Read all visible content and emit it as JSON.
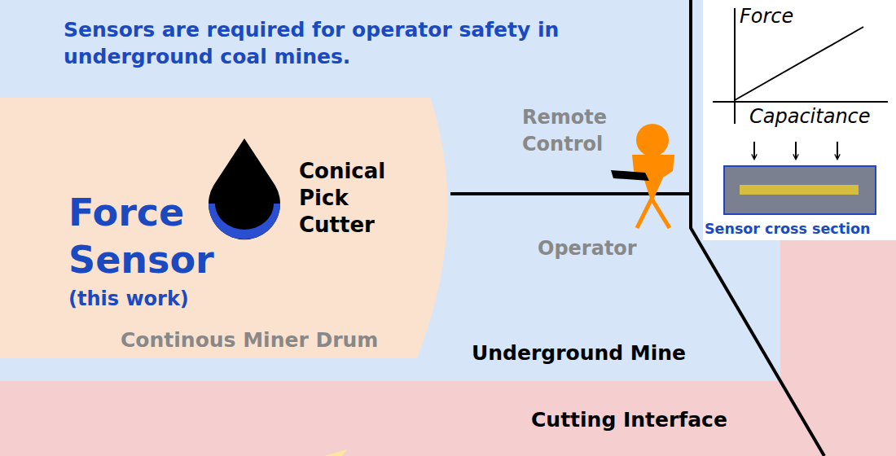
{
  "diagram": {
    "title": "Sensors are required for operator safety in underground coal mines.",
    "nodes": [
      {
        "text": [
          "Underground Mine"
        ]
      },
      {
        "text": [
          "Continous Miner Drum"
        ],
        "in": 0
      },
      {
        "text": [
          "Force",
          "Capacitance",
          "Sensor cross section"
        ],
        "in": 0
      },
      {
        "text": [
          "Cutting Interface"
        ]
      }
    ],
    "labels": [
      "Force Sensor",
      "(this work)",
      "Conical Pick Cutter",
      "Remote Control",
      "Operator"
    ]
  }
}
